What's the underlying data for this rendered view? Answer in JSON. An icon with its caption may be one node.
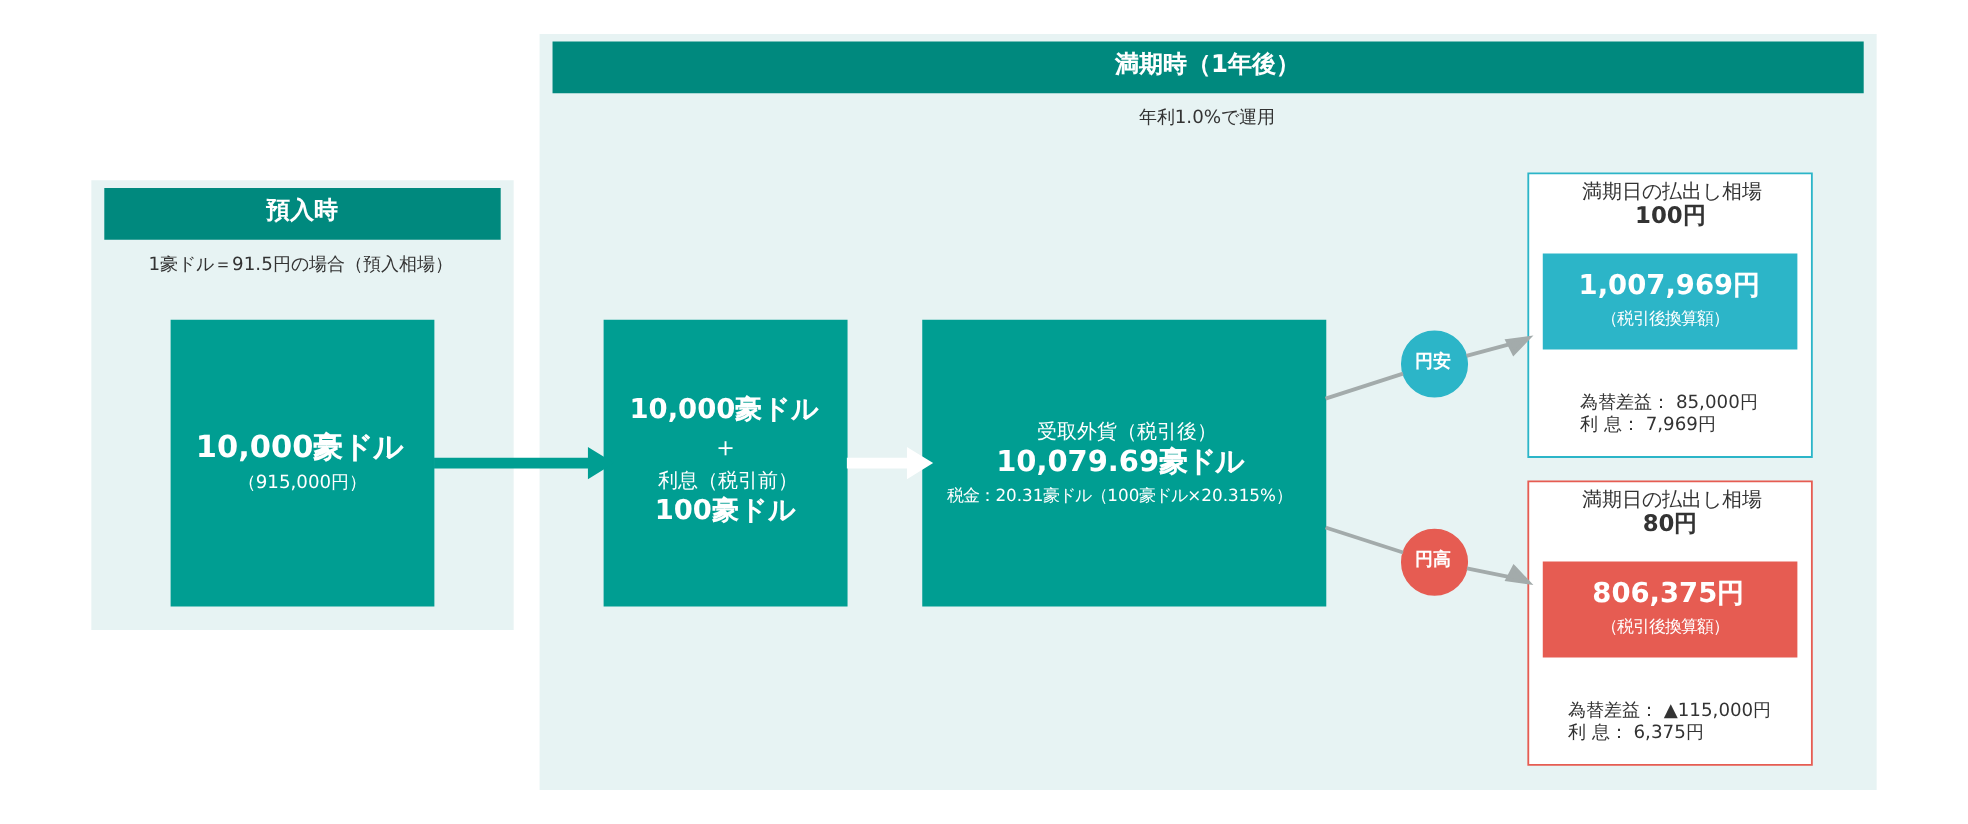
{
  "diagram": {
    "nodes": [
      {
        "text": [
          "預入時",
          "1豪ドル＝91.5円の場合（預入相場）"
        ]
      },
      {
        "text": [
          "10,000豪ドル",
          "（915,000円）"
        ],
        "in": 0
      },
      {
        "text": [
          "満期時（1年後）",
          "年利1.0%で運用"
        ]
      },
      {
        "text": [
          "10,000豪ドル",
          "＋",
          "利息（税引前）",
          "100豪ドル"
        ],
        "in": 2
      },
      {
        "text": [
          "受取外貨（税引後）",
          "10,079.69豪ドル",
          "税金：20.31豪ドル（100豪ドル×20.315%）"
        ],
        "in": 2
      },
      {
        "text": [
          "円安"
        ],
        "in": 2
      },
      {
        "text": [
          "円高"
        ],
        "in": 2
      },
      {
        "text": [
          "満期日の払出し相場",
          "100円",
          "為替差益： 85,000円",
          "利 息： 7,969円"
        ],
        "in": 2
      },
      {
        "text": [
          "1,007,969円",
          "（税引後換算額）"
        ],
        "in": 7
      },
      {
        "text": [
          "満期日の払出し相場",
          "80円",
          "為替差益： ▲115,000円",
          "利 息： 6,375円"
        ],
        "in": 2
      },
      {
        "text": [
          "806,375円",
          "（税引後換算額）"
        ],
        "in": 9
      }
    ],
    "edges": [
      {
        "from": 1,
        "to": 3,
        "arrow": "to",
        "style": "thick",
        "color": "#009e92"
      },
      {
        "from": 3,
        "to": 4,
        "arrow": "to",
        "style": "thick",
        "color": "#ffffff"
      },
      {
        "from": 4,
        "to": 5,
        "arrow": "none"
      },
      {
        "from": 5,
        "to": 7,
        "arrow": "to"
      },
      {
        "from": 4,
        "to": 6,
        "arrow": "none"
      },
      {
        "from": 6,
        "to": 9,
        "arrow": "to"
      }
    ]
  }
}
